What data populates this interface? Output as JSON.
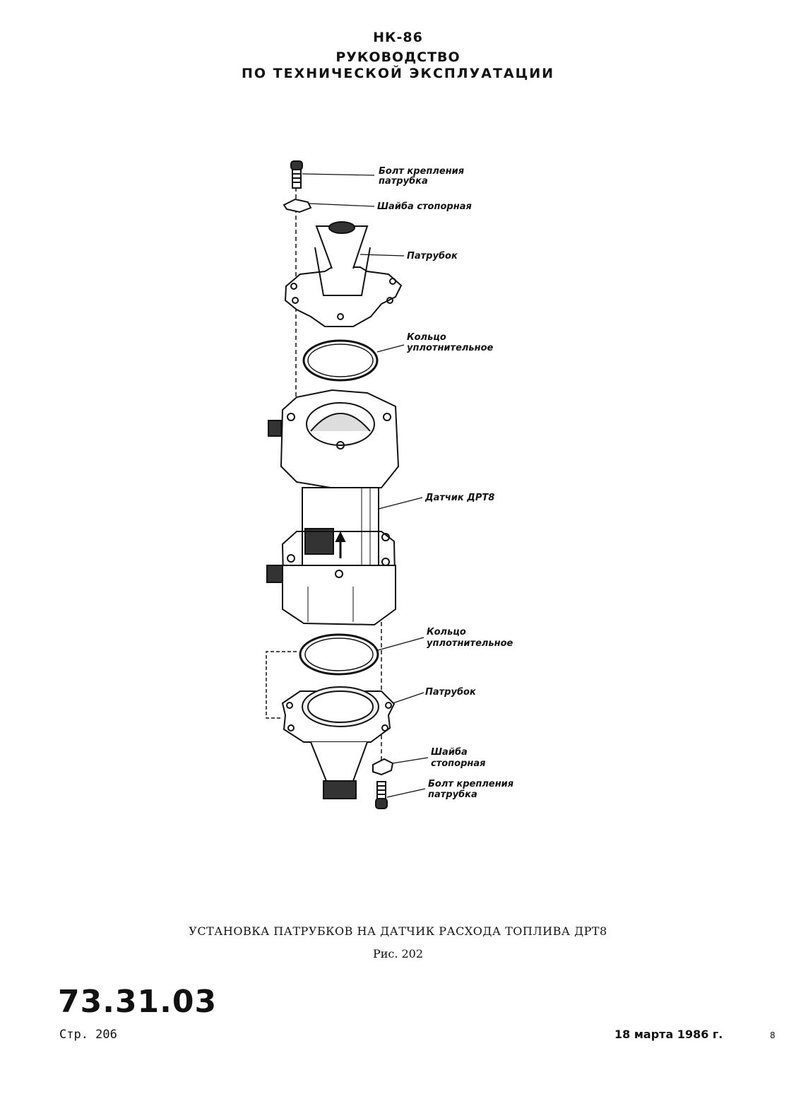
{
  "header": {
    "model": "НК-86",
    "title_line1": "РУКОВОДСТВО",
    "title_line2": "ПО ТЕХНИЧЕСКОЙ ЭКСПЛУАТАЦИИ"
  },
  "figure": {
    "labels": {
      "bolt_top_1": "Болт крепления",
      "bolt_top_2": "патрубка",
      "washer_top": "Шайба стопорная",
      "pipe_top": "Патрубок",
      "ring_top_1": "Кольцо",
      "ring_top_2": "уплотнительное",
      "sensor": "Датчик ДРТ8",
      "ring_bottom_1": "Кольцо",
      "ring_bottom_2": "уплотнительное",
      "pipe_bottom": "Патрубок",
      "washer_bottom_1": "Шайба",
      "washer_bottom_2": "стопорная",
      "bolt_bottom_1": "Болт крепления",
      "bolt_bottom_2": "патрубка"
    }
  },
  "caption": {
    "title": "УСТАНОВКА ПАТРУБКОВ НА ДАТЧИК РАСХОДА ТОПЛИВА ДРТ8",
    "figure_no": "Рис. 202"
  },
  "footer": {
    "doc_code": "73.31.03",
    "page": "Стр. 206",
    "date": "18 марта 1986 г.",
    "corner_mark": "8"
  }
}
